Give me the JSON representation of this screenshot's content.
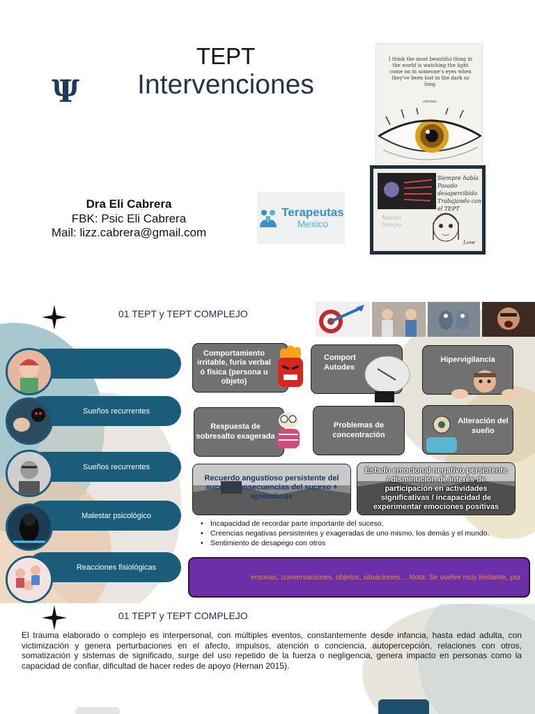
{
  "slide1": {
    "symbol": "Ψ",
    "title_small": "TEPT",
    "title_large": "Intervenciones",
    "author_name": "Dra Eli Cabrera",
    "author_fbk": "FBK: Psic Eli Cabrera",
    "author_mail": "Mail: lizz.cabrera@gmail.com",
    "logo_line1": "Terapeutas",
    "logo_line2": "Mexico",
    "eye_quote": "I think the most beautiful thing in the world is watching the light come on in someone's eyes when they've been lost in the dark so long.",
    "eye_signature": "unknown",
    "drawing_text": "Siempre había Pasado desapercibido Trabajando con el TEPT",
    "drawing_text2": "Mucho tiempo",
    "drawing_love": "Love"
  },
  "slide2": {
    "heading": "01 TEPT y TEPT COMPLEJO",
    "left_pills": [
      "",
      "Sueños recurrentes",
      "Sueños recurrentes",
      "Malestar psicológico",
      "Reacciones fisiológicas"
    ],
    "boxes": {
      "b1": "Comportamiento irritable, furia verbal ó física (persona u objeto)",
      "b2": "Comport Autodes",
      "b3": "Hipervigilancia",
      "b4": "Respuesta de sobresalto exagerada",
      "b5": "Problemas de concentración",
      "b6": "Alteración del sueño",
      "b7": "Recuerdo angustioso persistente del suceso/consecuencias del suceso + aprendizaje",
      "b8": "Estado emocional negativo persistente / disminución de interés de participación en actividades significativas / incapacidad de experimentar emociones positivas"
    },
    "bullets": [
      "Incapacidad de recordar parte importante del suceso.",
      "Creencias negativas persistentes y exageradas de uno mismo, los demás y el mundo.",
      "Sentimiento de desapego con otros"
    ],
    "purple_text": "ersonas, conversaciones, objetos, situaciones… Nota: Se vuelve muy limitante, por"
  },
  "slide3": {
    "heading": "01 TEPT y TEPT COMPLEJO",
    "body": "El trauma elaborado o complejo es interpersonal, con múltiples eventos, constantemente desde infancia, hasta edad adulta, con victimización y genera perturbaciones en el afecto, impulsos, atención o conciencia, autopercepción, relaciones con otros, somatización y sistemas de significado, surge del uso repetido de la fuerza o  negligencia, genera impacto en personas como la capacidad de confiar, dificultad de hacer redes de apoyo (Hernan 2015)."
  },
  "colors": {
    "navy": "#23344b",
    "teal_pill": "#1b5c7b",
    "gray_box": "#717171",
    "purple": "#6b2fa8",
    "orange_text": "#f08c3c"
  }
}
